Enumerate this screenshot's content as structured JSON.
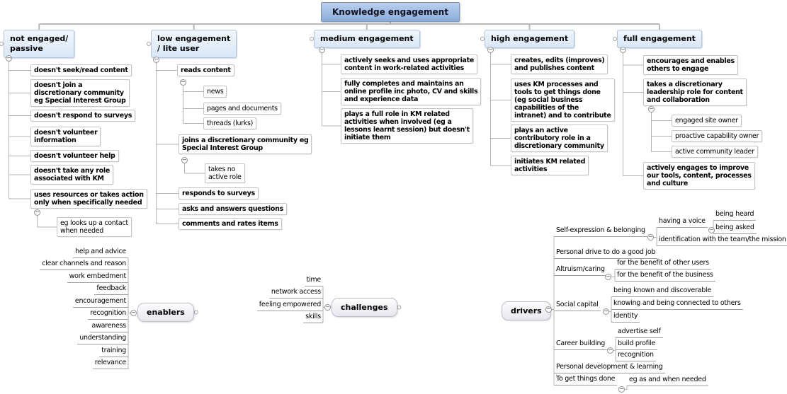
{
  "root": {
    "label": "Knowledge engagement"
  },
  "branches": [
    {
      "label": "not engaged/\npassive",
      "children": [
        {
          "label": "doesn't seek/read content"
        },
        {
          "label": "doesn't join a\ndiscretionary community\neg Special Interest Group"
        },
        {
          "label": "doesn't respond to surveys"
        },
        {
          "label": "doesn't volunteer\ninformation"
        },
        {
          "label": "doesn't volunteer help"
        },
        {
          "label": "doesn't take any role\nassociated with KM"
        },
        {
          "label": "uses resources or takes action\nonly when specifically needed",
          "children": [
            {
              "label": "eg looks up a contact\nwhen needed"
            }
          ]
        }
      ]
    },
    {
      "label": "low engagement\n/ lite user",
      "children": [
        {
          "label": "reads content",
          "children": [
            {
              "label": "news"
            },
            {
              "label": "pages and documents"
            },
            {
              "label": "threads (lurks)"
            }
          ]
        },
        {
          "label": "joins a discretionary community eg\nSpecial Interest Group",
          "children": [
            {
              "label": "takes no\nactive role"
            }
          ]
        },
        {
          "label": "responds to surveys"
        },
        {
          "label": "asks and answers questions"
        },
        {
          "label": "comments and rates items"
        }
      ]
    },
    {
      "label": "medium engagement",
      "children": [
        {
          "label": "actively seeks and uses appropriate\ncontent in work-related activities"
        },
        {
          "label": "fully completes and maintains an\nonline profile inc photo, CV and skills\nand experience data"
        },
        {
          "label": "plays a full role in KM related\nactivities when involved (eg a\nlessons learnt session) but doesn't\ninitiate them"
        }
      ]
    },
    {
      "label": "high engagement",
      "children": [
        {
          "label": "creates, edits (improves)\nand publishes content"
        },
        {
          "label": "uses KM processes and\ntools to get things done\n(eg social business\ncapabilities of the\nintranet) and to contribute"
        },
        {
          "label": "plays an active\ncontributory role in a\ndiscretionary community"
        },
        {
          "label": "initiates KM related\nactivities"
        }
      ]
    },
    {
      "label": "full engagement",
      "children": [
        {
          "label": "encourages and enables\nothers to engage"
        },
        {
          "label": "takes a discretionary\nleadership role for content\nand collaboration",
          "children": [
            {
              "label": "engaged site owner"
            },
            {
              "label": "proactive capability owner"
            },
            {
              "label": "active community leader"
            }
          ]
        },
        {
          "label": "actively engages to improve\nour tools, content, processes\nand culture"
        }
      ]
    }
  ],
  "enablers": {
    "label": "enablers",
    "items": [
      "help and advice",
      "clear channels and reason",
      "work embedment",
      "feedback",
      "encouragement",
      "recognition",
      "awareness",
      "understanding",
      "training",
      "relevance"
    ]
  },
  "challenges": {
    "label": "challenges",
    "items": [
      "time",
      "network access",
      "feeling empowered",
      "skills"
    ]
  },
  "drivers": {
    "label": "drivers",
    "children": [
      {
        "label": "Self-expression & belonging",
        "children": [
          {
            "label": "having a voice",
            "children": [
              {
                "label": "being heard"
              },
              {
                "label": "being asked"
              }
            ]
          },
          {
            "label": "identification with the team/the mission"
          }
        ]
      },
      {
        "label": "Personal drive to do a good job"
      },
      {
        "label": "Altruism/caring",
        "children": [
          {
            "label": "for the benefit of other users"
          },
          {
            "label": "for the benefit of the business"
          }
        ]
      },
      {
        "label": "Social capital",
        "children": [
          {
            "label": "being known and discoverable"
          },
          {
            "label": "knowing and being connected to others"
          },
          {
            "label": "identity"
          }
        ]
      },
      {
        "label": "Career building",
        "children": [
          {
            "label": "advertise self"
          },
          {
            "label": "build profile"
          },
          {
            "label": "recognition"
          }
        ]
      },
      {
        "label": "Personal development & learning"
      },
      {
        "label": "To get things done",
        "children": [
          {
            "label": "eg as and when needed"
          }
        ]
      }
    ]
  }
}
